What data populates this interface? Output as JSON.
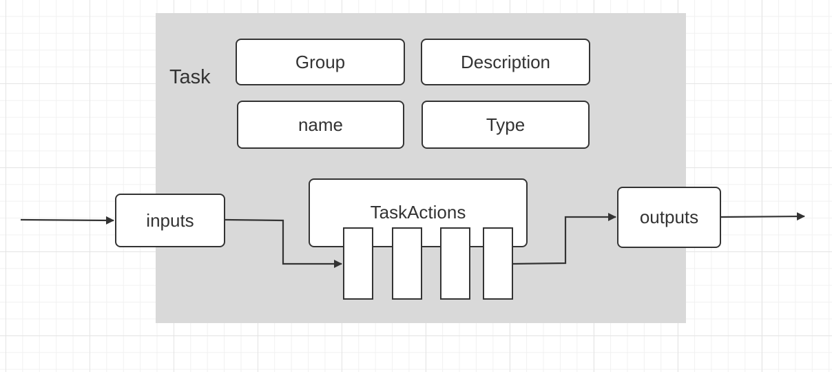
{
  "diagram": {
    "title": "Task",
    "attributes": [
      "Group",
      "Description",
      "name",
      "Type"
    ],
    "input_label": "inputs",
    "actions_label": "TaskActions",
    "output_label": "outputs",
    "action_slot_count": 4
  },
  "colors": {
    "container": "#d9d9d9",
    "stroke": "#333333",
    "text": "#333333",
    "grid": "#e4e4e4"
  }
}
